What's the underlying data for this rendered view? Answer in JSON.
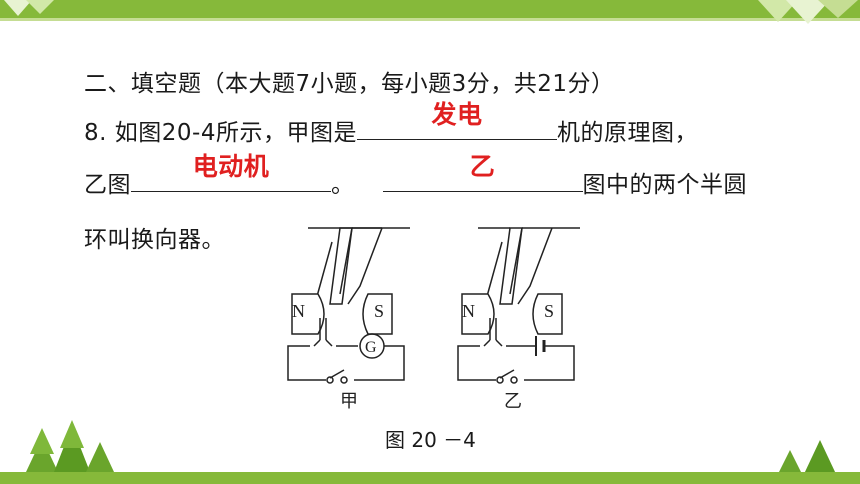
{
  "section_heading": "二、填空题（本大题7小题，每小题3分，共21分）",
  "question": {
    "prefix": "8. 如图20-4所示，甲图是",
    "after_blank1": "机的原理图，",
    "line2_prefix": "乙图",
    "after_blank2": "。",
    "after_blank3": "图中的两个半圆",
    "line3": "环叫换向器。"
  },
  "answers": {
    "blank1": "发电",
    "blank2": "电动机",
    "blank3": "乙"
  },
  "figure": {
    "left": {
      "pole_n": "N",
      "pole_s": "S",
      "meter": "G",
      "label": "甲"
    },
    "right": {
      "pole_n": "N",
      "pole_s": "S",
      "label": "乙"
    },
    "caption": "图 20 －4"
  },
  "colors": {
    "theme_green": "#86b93a",
    "answer_red": "#e02020"
  }
}
